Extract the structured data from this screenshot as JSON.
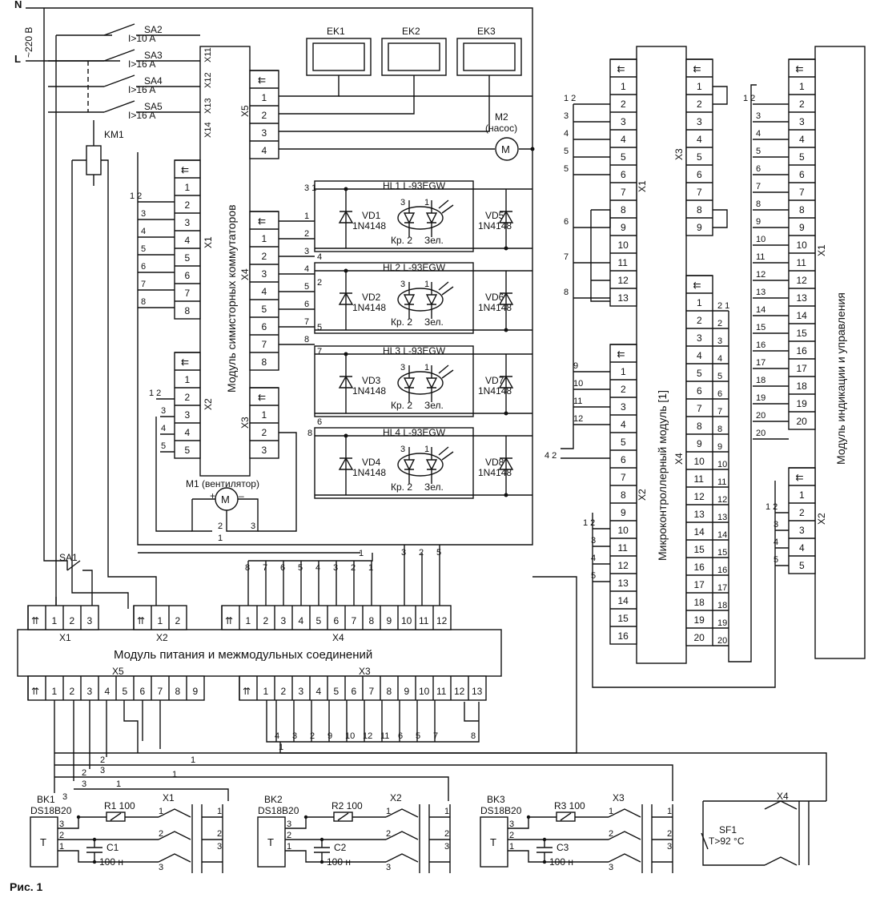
{
  "supply": {
    "n": "N",
    "l": "L",
    "voltage": "~220 В"
  },
  "switches": [
    {
      "name": "SA2",
      "rating": "I>10 A"
    },
    {
      "name": "SA3",
      "rating": "I>16 A"
    },
    {
      "name": "SA4",
      "rating": "I>16 A"
    },
    {
      "name": "SA5",
      "rating": "I>16 A"
    }
  ],
  "sa1": "SA1",
  "km1": "KM1",
  "heaters": [
    "EK1",
    "EK2",
    "EK3"
  ],
  "triac_module": {
    "title": "Модуль симисторных коммутаторов",
    "top_pins": [
      "X11",
      "X12",
      "X13",
      "X14"
    ],
    "x1": "X1",
    "x2": "X2",
    "x3": "X3",
    "x4": "X4",
    "x5": "X5"
  },
  "pump": {
    "name": "M2",
    "desc": "(насос)",
    "sym": "M"
  },
  "fan": {
    "name": "M1",
    "desc": "(вентилятор)",
    "sym": "M"
  },
  "leds": [
    {
      "hl": "HL1",
      "part": "L-93EGW",
      "vd_left": "VD1",
      "vd_right": "VD5"
    },
    {
      "hl": "HL2",
      "part": "L-93EGW",
      "vd_left": "VD2",
      "vd_right": "VD6"
    },
    {
      "hl": "HL3",
      "part": "L-93EGW",
      "vd_left": "VD3",
      "vd_right": "VD7"
    },
    {
      "hl": "HL4",
      "part": "L-93EGW",
      "vd_left": "VD4",
      "vd_right": "VD8"
    }
  ],
  "diode_type": "1N4148",
  "led_red": "Кр.",
  "led_green": "Зел.",
  "mcu_module": {
    "title": "Микроконтроллерный модуль [1]",
    "x1": "X1",
    "x2": "X2",
    "x3": "X3",
    "x4": "X4"
  },
  "ind_module": {
    "title": "Модуль индикации и управления",
    "x1": "X1",
    "x2": "X2"
  },
  "power_module": {
    "title": "Модуль питания и межмодульных соединений",
    "x1": "X1",
    "x2": "X2",
    "x3": "X3",
    "x4": "X4",
    "x5": "X5"
  },
  "sensors": [
    {
      "bk": "BK1",
      "type": "DS18B20",
      "r": "R1 100",
      "c": "C1",
      "cv": "100 н",
      "x": "X1",
      "t": "T"
    },
    {
      "bk": "BK2",
      "type": "DS18B20",
      "r": "R2 100",
      "c": "C2",
      "cv": "100 н",
      "x": "X2",
      "t": "T"
    },
    {
      "bk": "BK3",
      "type": "DS18B20",
      "r": "R3 100",
      "c": "C3",
      "cv": "100 н",
      "x": "X3",
      "t": "T"
    }
  ],
  "sf1": {
    "name": "SF1",
    "cond": "T>92 °C",
    "x": "X4"
  },
  "caption": "Рис. 1",
  "x3_wire_labels": [
    "4",
    "3",
    "2",
    "9",
    "10",
    "12",
    "11",
    "6",
    "5",
    "7"
  ],
  "x4_wire_labels": [
    "8",
    "7",
    "6",
    "5",
    "4",
    "3",
    "2",
    "1"
  ]
}
